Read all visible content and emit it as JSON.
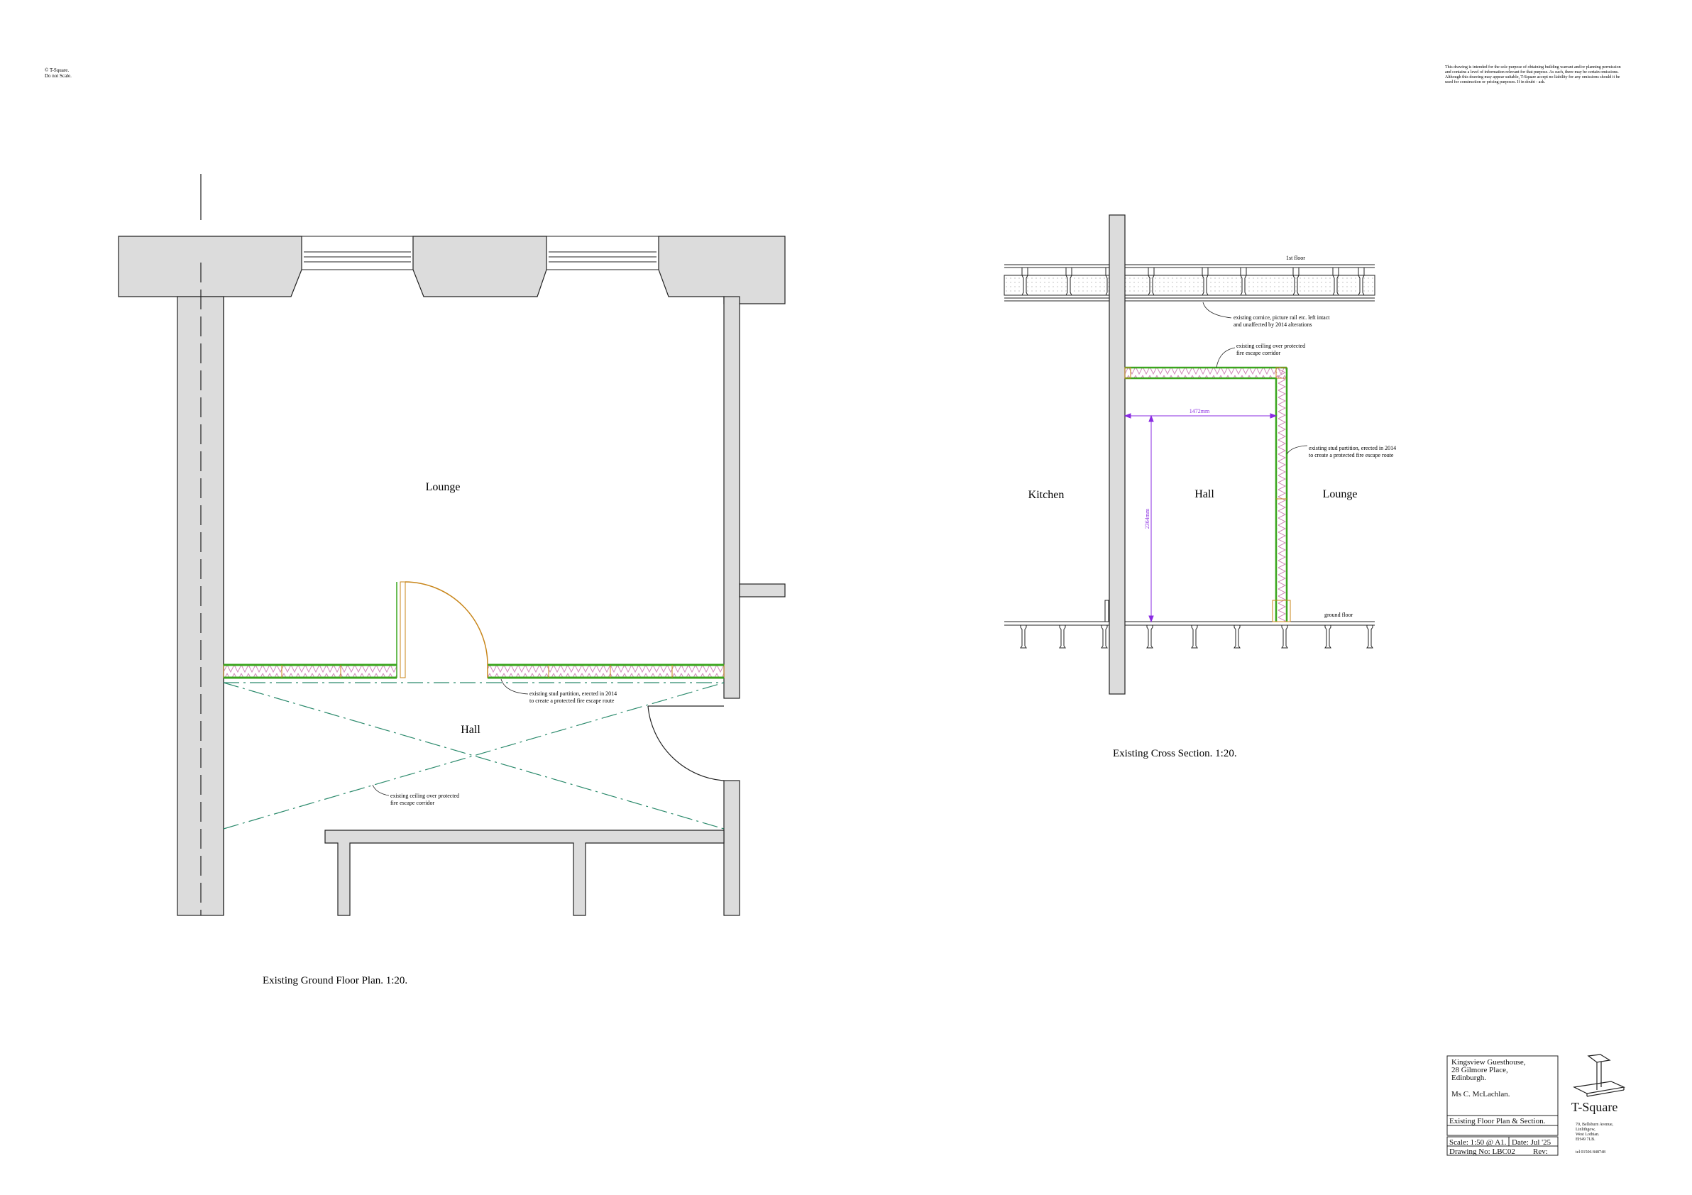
{
  "corner_note": {
    "line1": "© T-Square.",
    "line2": "Do not Scale."
  },
  "disclaimer": [
    "This drawing is intended for the sole purpose of obtaining building warrant and/or planning permission",
    "and contains a level of information relevant for that purpose. As such, there may be certain omissions.",
    "Although this drawing may appear suitable, T-Square accept no liability for any omissions should it be",
    "used for construction or pricing purposes. If in doubt - ask."
  ],
  "plan": {
    "caption": "Existing Ground Floor Plan. 1:20.",
    "room_lounge": "Lounge",
    "room_hall": "Hall",
    "partition_note": [
      "existing stud partition, erected in 2014",
      "to create a protected fire escape route"
    ],
    "ceiling_note": [
      "existing ceiling over protected",
      "fire escape corridor"
    ]
  },
  "section": {
    "caption": "Existing Cross Section. 1:20.",
    "room_kitchen": "Kitchen",
    "room_hall": "Hall",
    "room_lounge": "Lounge",
    "label_1st_floor": "1st floor",
    "label_ground_floor": "ground floor",
    "cornice_note": [
      "existing cornice, picture rail etc. left intact",
      "and unaffected by 2014 alterations"
    ],
    "ceiling_note": [
      "existing ceiling over protected",
      "fire escape corridor"
    ],
    "partition_note": [
      "existing stud partition, erected in 2014",
      "to create a protected fire escape route"
    ],
    "dim_width": "1472mm",
    "dim_height": "2364mm"
  },
  "title_block": {
    "client": [
      "Kingsview Guesthouse,",
      "28 Gilmore Place,",
      "Edinburgh."
    ],
    "contact": "Ms C. McLachlan.",
    "drawing_title": "Existing Floor Plan & Section.",
    "scale": "Scale: 1:50 @ A1.",
    "date": "Date: Jul '25",
    "drawing_no": "Drawing No: LBC02",
    "rev": "Rev:",
    "brand": "T-Square",
    "address": [
      "70, Bellsburn Avenue,",
      "Linlithgow,",
      "West Lothian.",
      "EH49 7LB."
    ],
    "phone": "tel 01506 848748"
  },
  "colors": {
    "wall_fill": "#dcdcdc",
    "line": "#222222",
    "partition_green": "#3aa51d",
    "timber_orange": "#c8861a",
    "insulation_pink": "#d08ab8",
    "ceiling_teal": "#2b8a6c",
    "dimension_purple": "#8a2be2"
  }
}
